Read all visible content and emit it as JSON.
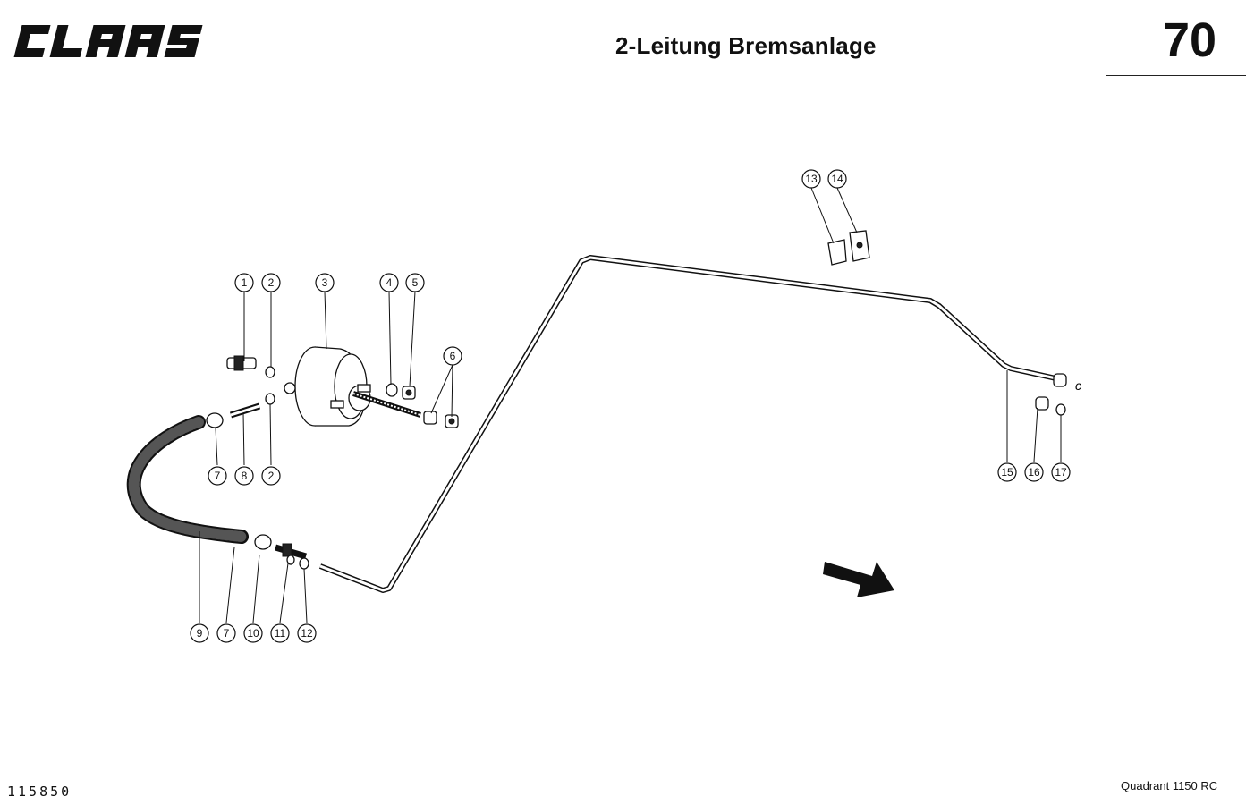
{
  "header": {
    "brand": "CLAAS",
    "title": "2-Leitung Bremsanlage",
    "page_number": "70"
  },
  "footer": {
    "drawing_id": "115850",
    "model": "Quadrant 1150 RC"
  },
  "diagram": {
    "connection_letter": "c",
    "callouts": [
      "1",
      "2",
      "3",
      "4",
      "5",
      "6",
      "7",
      "8",
      "2",
      "9",
      "7",
      "10",
      "11",
      "12",
      "13",
      "14",
      "15",
      "16",
      "17"
    ]
  }
}
